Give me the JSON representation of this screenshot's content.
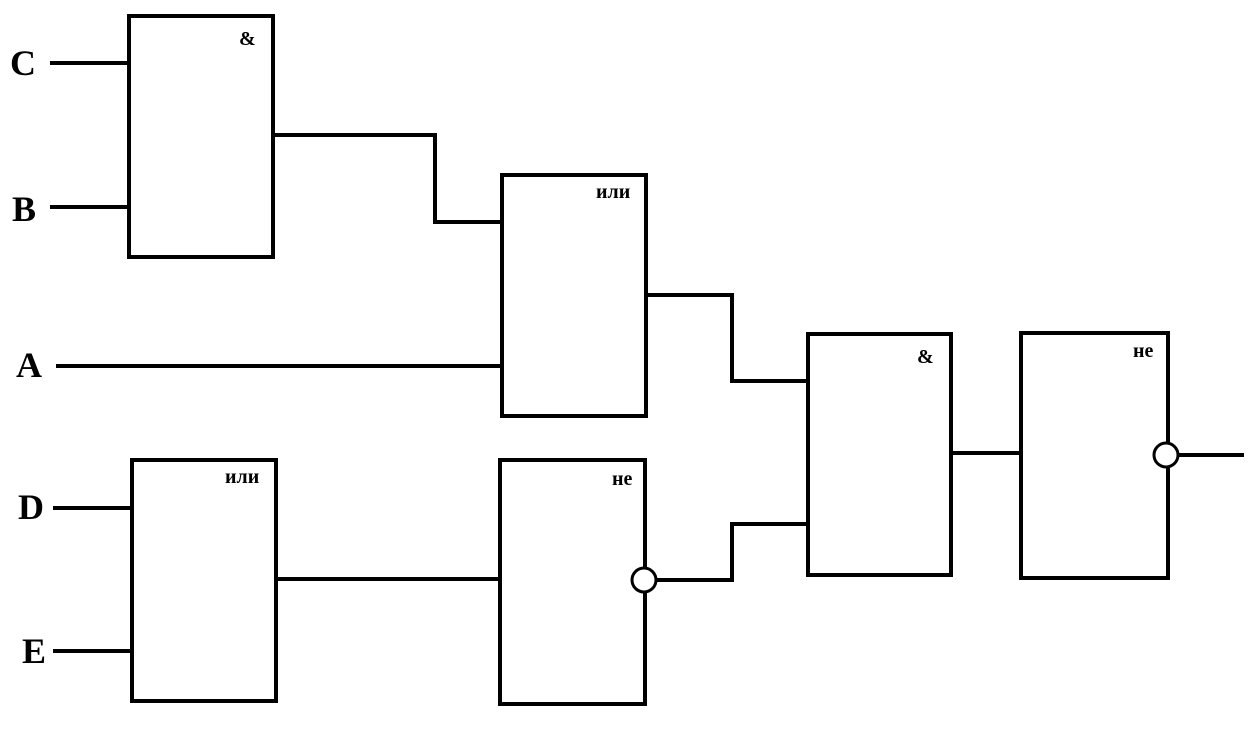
{
  "inputs": {
    "c": "C",
    "b": "B",
    "a": "A",
    "d": "D",
    "e": "E"
  },
  "gates": {
    "and1": "&",
    "or1": "или",
    "or2": "или",
    "not1": "не",
    "and2": "&",
    "not2": "не"
  }
}
